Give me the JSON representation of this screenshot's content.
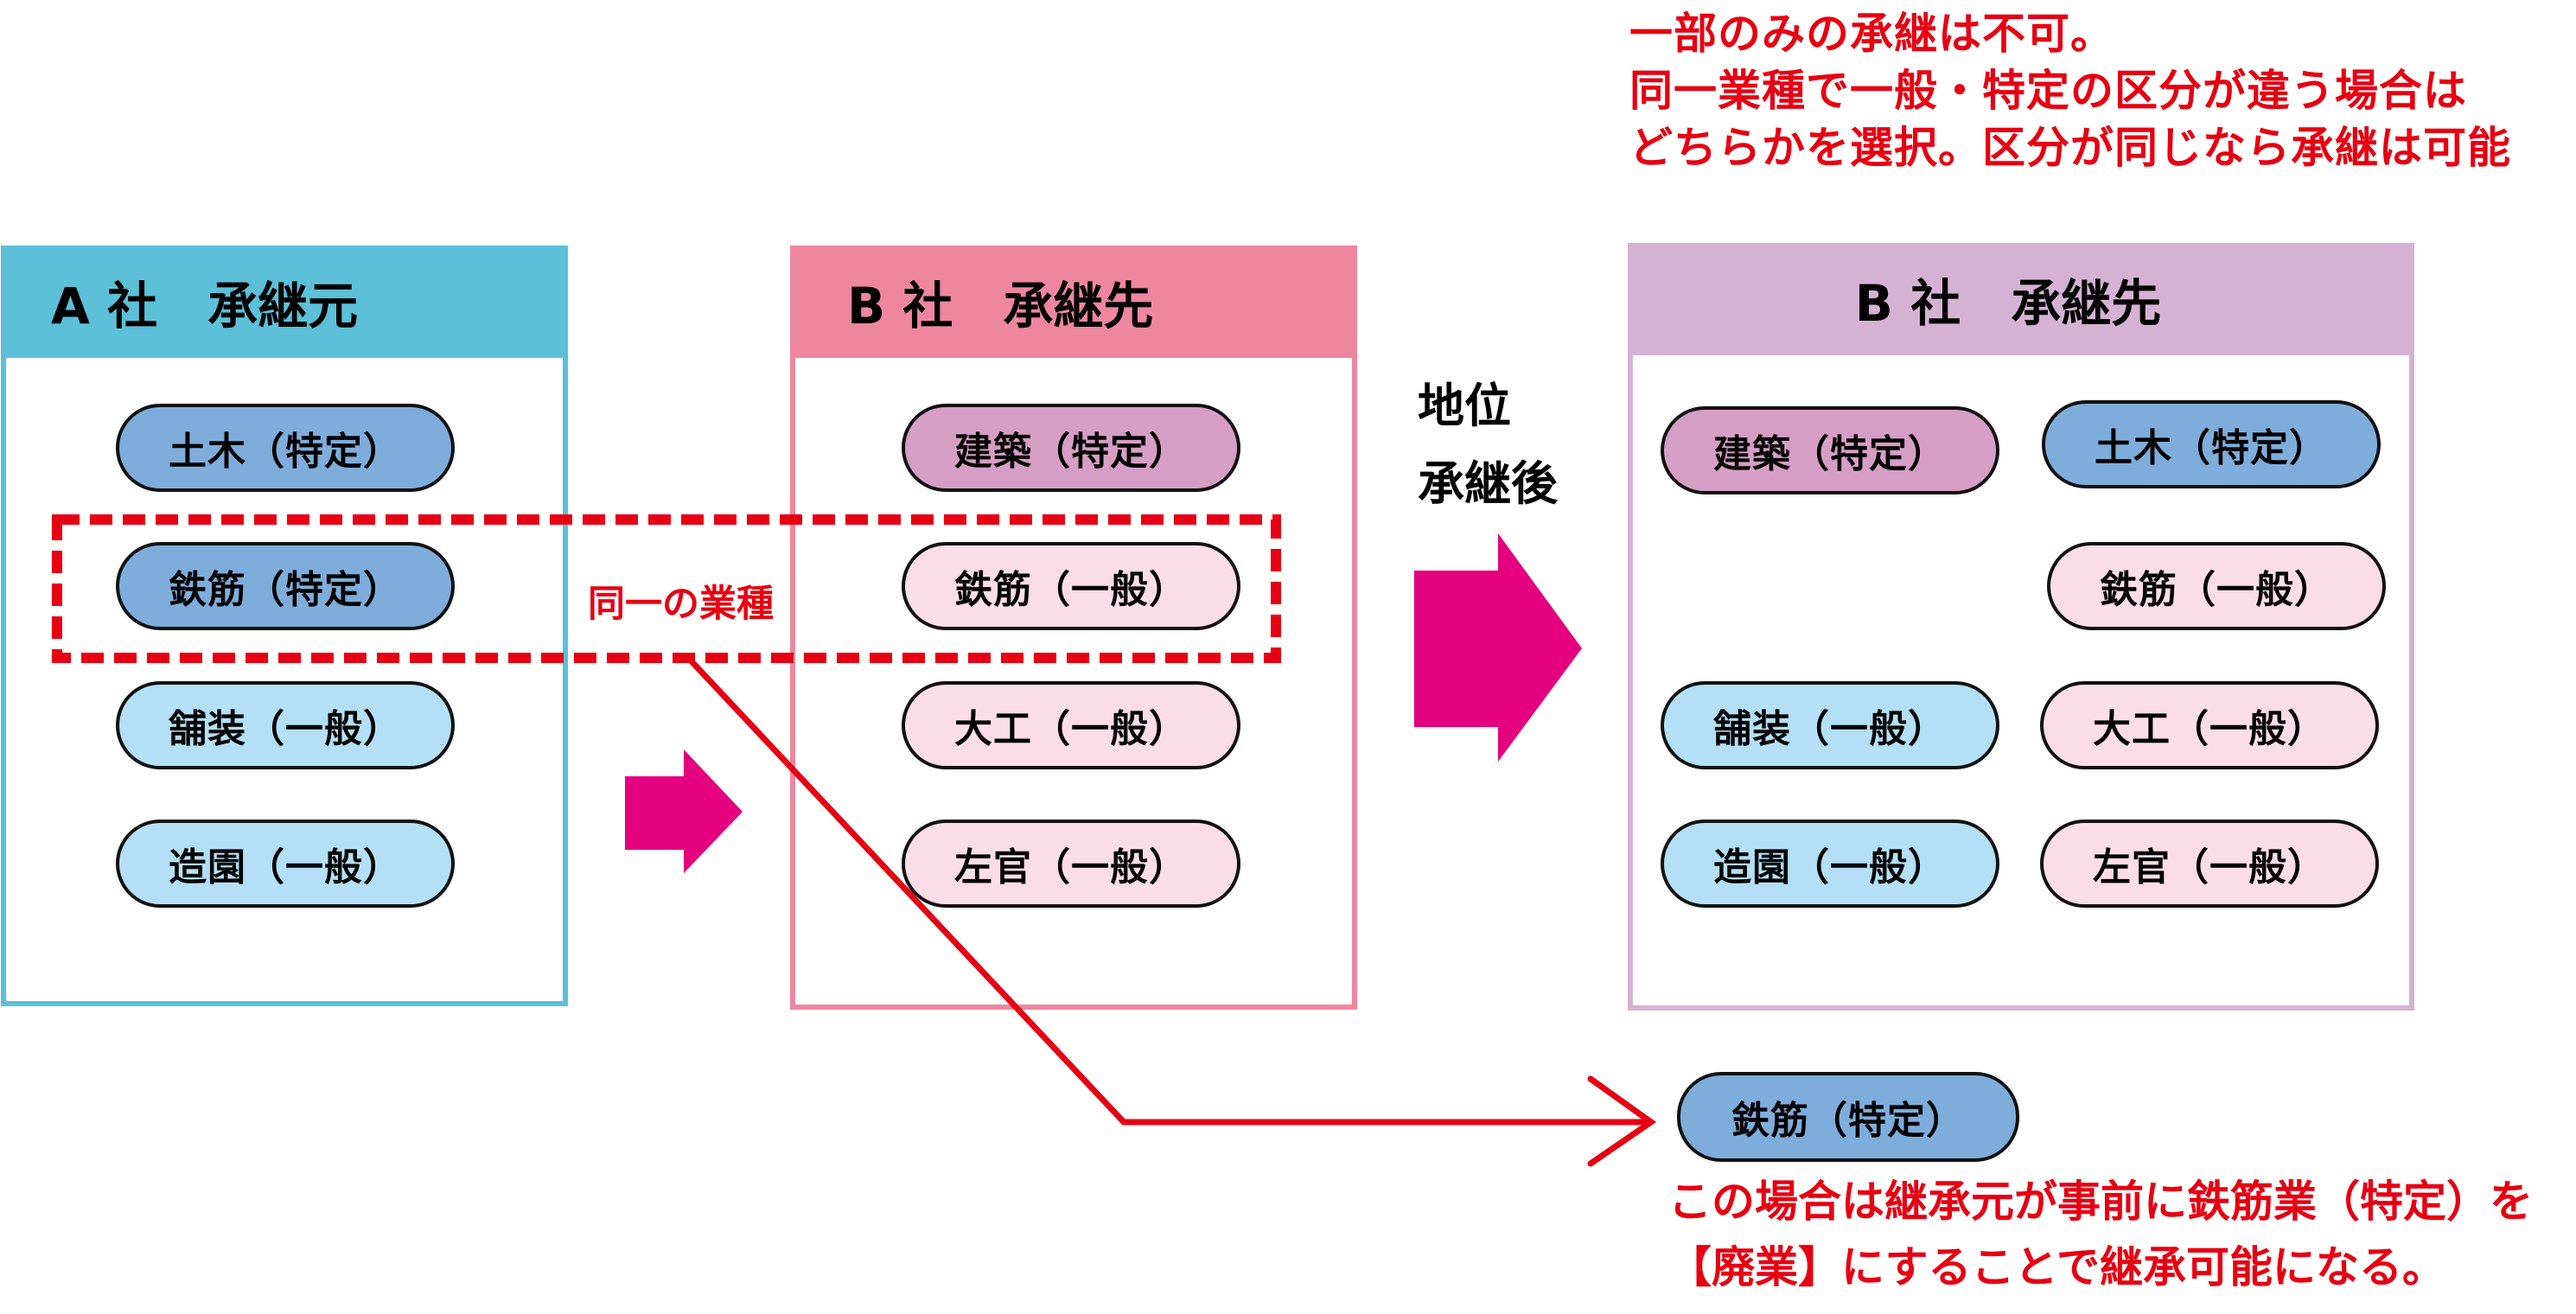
{
  "colors": {
    "source_header": "#5bc0d8",
    "target_header": "#ee86a0",
    "result_header": "#d5b2d3",
    "specific_blue": "#7eaddc",
    "general_light_blue": "#b3e0f6",
    "architecture_purple": "#d69ec5",
    "general_light_pink": "#fbdde8",
    "accent_red": "#e60012",
    "arrow_magenta": "#e4007f"
  },
  "top_note": {
    "lines": [
      "一部のみの承継は不可。",
      "同一業種で一般・特定の区分が違う場合は",
      "どちらかを選択。区分が同じなら承継は可能"
    ]
  },
  "source_company": {
    "title": "A 社　承継元",
    "licenses": [
      {
        "label": "土木（特定）",
        "type": "specific"
      },
      {
        "label": "鉄筋（特定）",
        "type": "specific"
      },
      {
        "label": "舗装（一般）",
        "type": "general"
      },
      {
        "label": "造園（一般）",
        "type": "general"
      }
    ]
  },
  "target_company": {
    "title": "B 社　承継先",
    "licenses": [
      {
        "label": "建築（特定）",
        "type": "specific"
      },
      {
        "label": "鉄筋（一般）",
        "type": "general"
      },
      {
        "label": "大工（一般）",
        "type": "general"
      },
      {
        "label": "左官（一般）",
        "type": "general"
      }
    ]
  },
  "same_industry_label": "同一の業種",
  "transition_caption": {
    "line1": "地位",
    "line2": "承継後"
  },
  "result_company": {
    "title": "B 社　承継先",
    "left_column": [
      {
        "label": "建築（特定）"
      },
      {
        "label": "舗装（一般）"
      },
      {
        "label": "造園（一般）"
      }
    ],
    "right_column": [
      {
        "label": "土木（特定）"
      },
      {
        "label": "鉄筋（一般）"
      },
      {
        "label": "大工（一般）"
      },
      {
        "label": "左官（一般）"
      }
    ]
  },
  "excluded_license": {
    "label": "鉄筋（特定）"
  },
  "bottom_note": {
    "lines": [
      "この場合は継承元が事前に鉄筋業（特定）を",
      "【廃業】にすることで継承可能になる。"
    ]
  }
}
